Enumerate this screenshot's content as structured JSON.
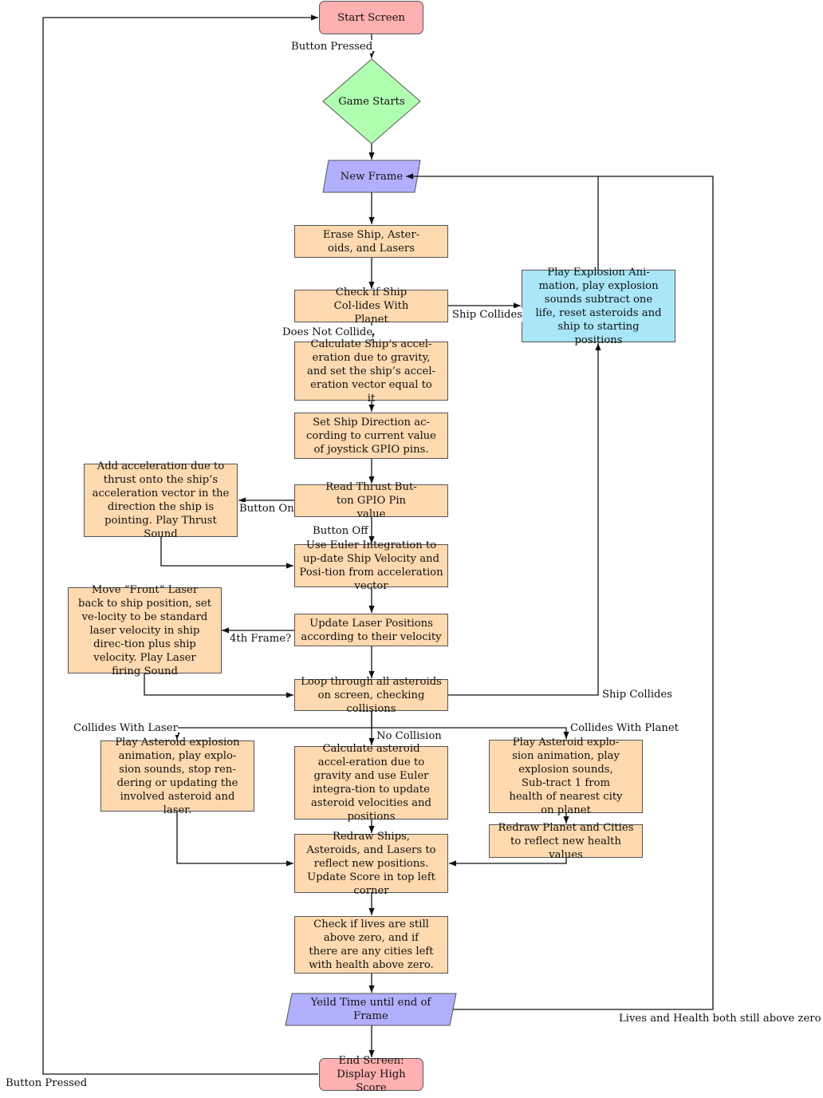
{
  "nodes": {
    "start": "Start Screen",
    "game_starts": "Game Starts",
    "new_frame": "New Frame",
    "erase": "Erase Ship, Aster-oids, and Lasers",
    "check_planet": "Check if Ship Col-lides With Planet",
    "explosion": "Play Explosion Ani-mation, play explosion sounds subtract one life, reset asteroids and ship to starting positions",
    "calc_ship": "Calculate Ship’s accel-eration due to gravity, and set the ship’s accel-eration vector equal to it",
    "set_dir": "Set Ship Direction ac-cording to current value of joystick GPIO pins.",
    "add_thrust": "Add acceleration due to thrust onto the ship’s acceleration vector in the direction the ship is pointing. Play Thrust Sound",
    "read_thrust": "Read Thrust But-ton GPIO Pin value",
    "euler": "Use Euler Integration to up-date Ship Velocity and Posi-tion from acceleration vector",
    "move_laser": "Move ”Front” Laser back to ship position, set ve-locity to be standard laser velocity in ship direc-tion plus ship velocity. Play Laser firing Sound",
    "update_laser": "Update Laser Positions according to their velocity",
    "loop_asteroids": "Loop through all asteroids on screen, checking collisions",
    "asteroid_laser": "Play Asteroid explosion animation, play explo-sion sounds, stop ren-dering or updating the involved asteroid and laser.",
    "calc_asteroid": "Calculate asteroid accel-eration due to gravity and use Euler integra-tion to update asteroid velocities and positions",
    "asteroid_planet": "Play Asteroid explo-sion animation, play explosion sounds, Sub-tract 1 from health of nearest city on planet",
    "redraw_planet": "Redraw Planet and Cities to reflect new health values",
    "redraw_all": "Redraw Ships, Asteroids, and Lasers to reflect new positions. Update Score in top left corner",
    "check_lives": "Check if lives are still above zero, and if there are any cities left with health above zero.",
    "yield": "Yeild Time until end of Frame",
    "end": "End Screen: Display High Score"
  },
  "edge_labels": {
    "button_pressed_top": "Button Pressed",
    "ship_collides_planet": "Ship Collides",
    "does_not_collide": "Does Not Collide",
    "button_on": "Button On",
    "button_off": "Button Off",
    "fourth_frame": "4th Frame?",
    "ship_collides_asteroid": "Ship Collides",
    "collides_with_laser": "Collides With Laser",
    "no_collision": "No Collision",
    "collides_with_planet": "Collides With Planet",
    "lives_health": "Lives and Health both still above zero",
    "button_pressed_bottom": "Button Pressed"
  },
  "colors": {
    "process": "#ffd9b0",
    "terminal": "#ffb0b0",
    "decision": "#b0ffb0",
    "io": "#b0b0ff",
    "explosion": "#a8e6f8"
  }
}
